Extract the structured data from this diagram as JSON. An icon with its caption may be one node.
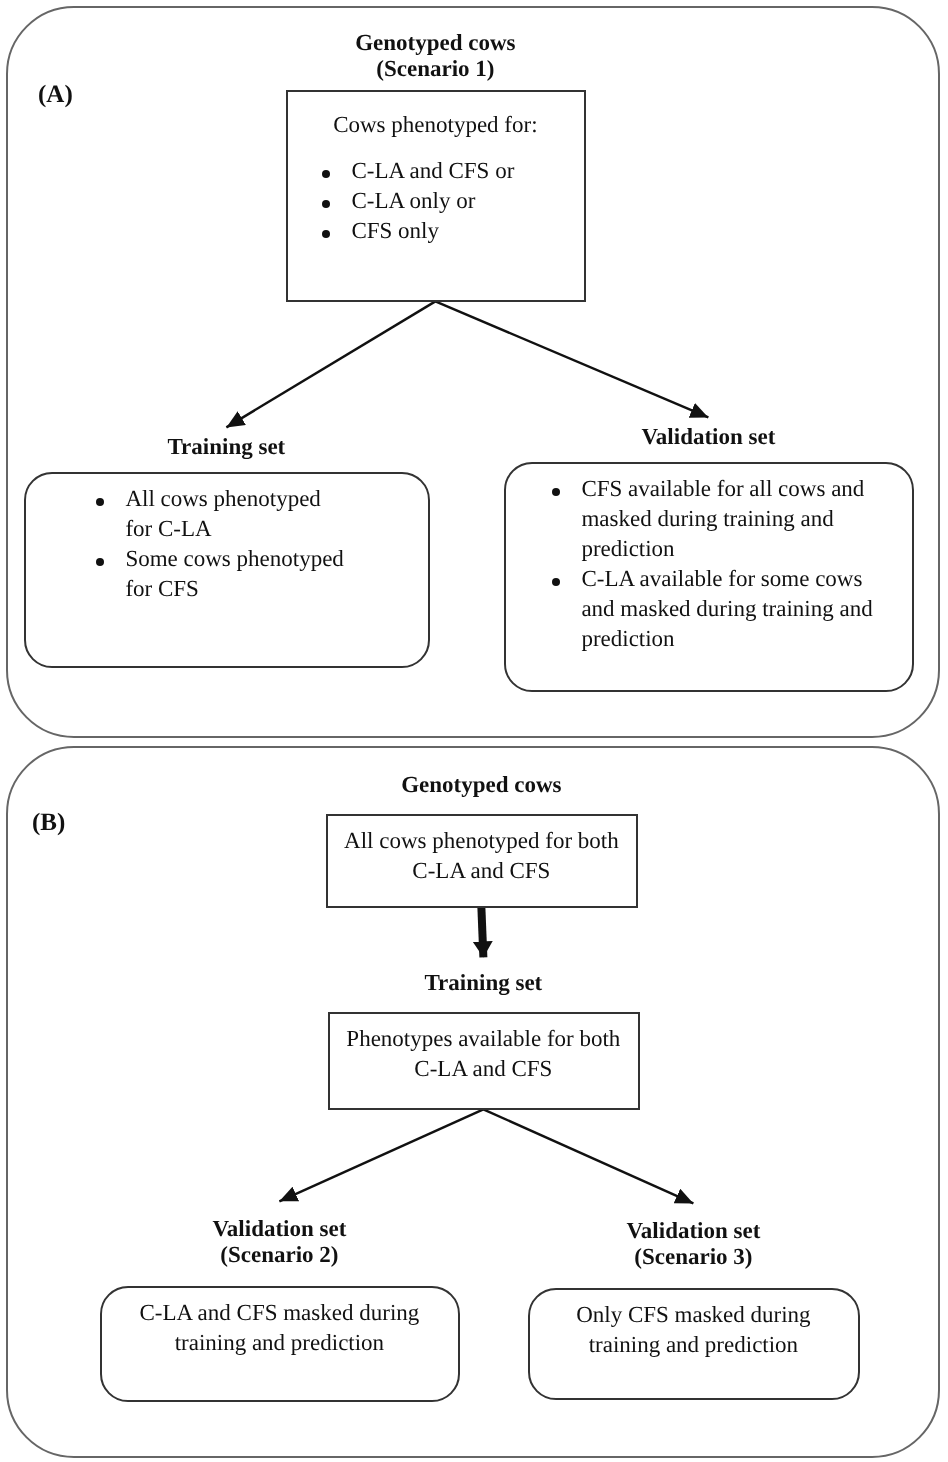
{
  "diagram": {
    "nodes": [
      {
        "text": [
          "(A)"
        ]
      },
      {
        "text": [
          "Genotyped cows (Scenario 1)",
          "Cows phenotyped for:",
          "C-LA and CFS or",
          "C-LA only or",
          "CFS only"
        ],
        "in": 0
      },
      {
        "text": [
          "Training set",
          "All cows phenotyped for C-LA",
          "Some cows phenotyped for CFS"
        ],
        "in": 0
      },
      {
        "text": [
          "Validation set",
          "CFS available for all cows and masked during training and prediction",
          "C-LA available for some cows and masked during training and prediction"
        ],
        "in": 0
      },
      {
        "text": [
          "(B)"
        ]
      },
      {
        "text": [
          "Genotyped cows",
          "All cows phenotyped for both C-LA and CFS"
        ],
        "in": 4
      },
      {
        "text": [
          "Training set",
          "Phenotypes available for both C-LA and CFS"
        ],
        "in": 4
      },
      {
        "text": [
          "Validation set (Scenario 2)",
          "C-LA and CFS masked during training and prediction"
        ],
        "in": 4
      },
      {
        "text": [
          "Validation set (Scenario 3)",
          "Only CFS masked during training and prediction"
        ],
        "in": 4
      }
    ],
    "edges": [
      {
        "from": 1,
        "to": 2,
        "arrow": "to"
      },
      {
        "from": 1,
        "to": 3,
        "arrow": "to"
      },
      {
        "from": 5,
        "to": 6,
        "arrow": "to",
        "style": "thick"
      },
      {
        "from": 6,
        "to": 7,
        "arrow": "to"
      },
      {
        "from": 6,
        "to": 8,
        "arrow": "to"
      }
    ]
  }
}
